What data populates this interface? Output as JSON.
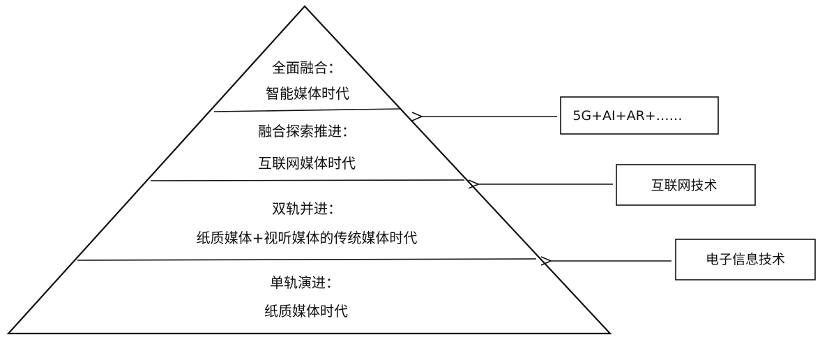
{
  "pyramid": {
    "tiers": [
      {
        "heading": "全面融合：",
        "era": "智能媒体时代"
      },
      {
        "heading": "融合探索推进：",
        "era": "互联网媒体时代"
      },
      {
        "heading": "双轨并进：",
        "era": "纸质媒体+视听媒体的传统媒体时代"
      },
      {
        "heading": "单轨演进：",
        "era": "纸质媒体时代"
      }
    ]
  },
  "technologies": [
    {
      "label": "5G+AI+AR+……"
    },
    {
      "label": "互联网技术"
    },
    {
      "label": "电子信息技术"
    }
  ]
}
